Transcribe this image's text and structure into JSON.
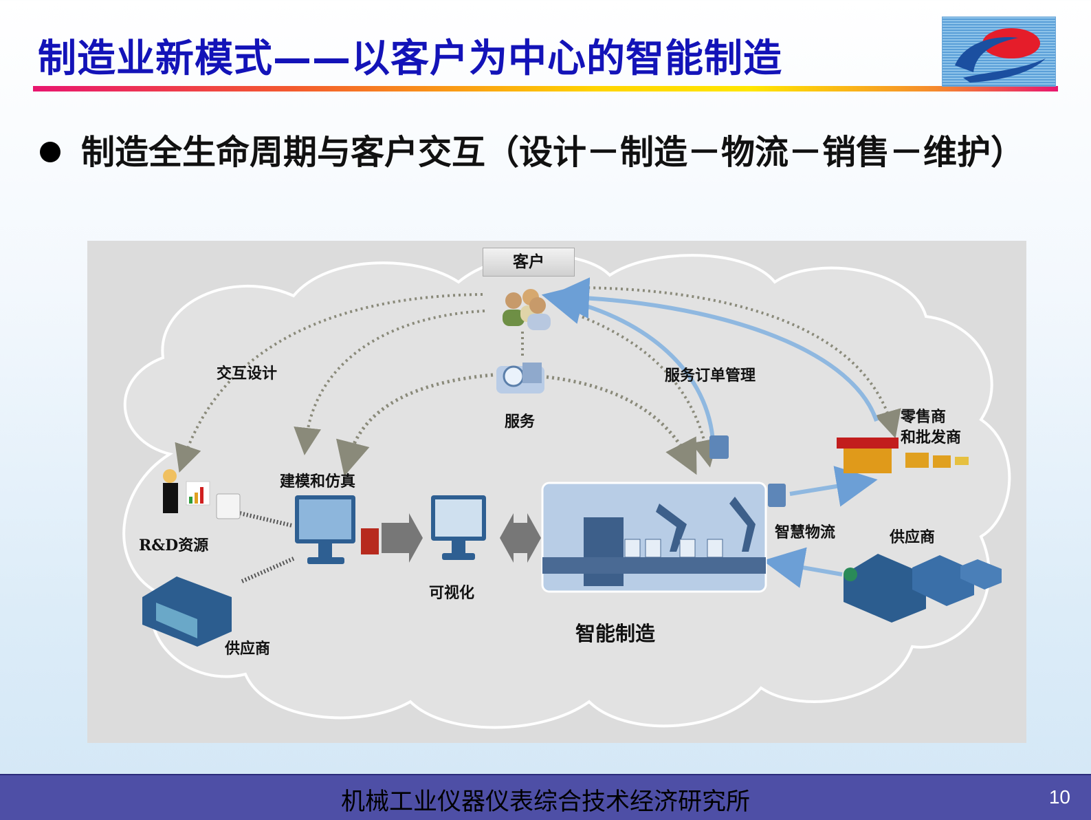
{
  "slide": {
    "title": "制造业新模式——以客户为中心的智能制造",
    "bullet": "制造全生命周期与客户交互（设计－制造－物流－销售－维护）"
  },
  "diagram": {
    "customer": "客户",
    "interactive_design": "交互设计",
    "service": "服务",
    "service_order_mgmt": "服务订单管理",
    "retailer": "零售商",
    "wholesaler": "和批发商",
    "rd_resource": "R&D资源",
    "modeling_simulation": "建模和仿真",
    "visualization": "可视化",
    "smart_logistics": "智慧物流",
    "supplier_right": "供应商",
    "supplier_left": "供应商",
    "smart_manufacturing": "智能制造"
  },
  "footer": {
    "org": "机械工业仪器仪表综合技术经济研究所",
    "page": "10"
  },
  "colors": {
    "title": "#1313b8",
    "footer_bg": "#4e4fa6",
    "arrow_blue": "#8fb8e0",
    "dotted_gray": "#8a8a7a"
  }
}
